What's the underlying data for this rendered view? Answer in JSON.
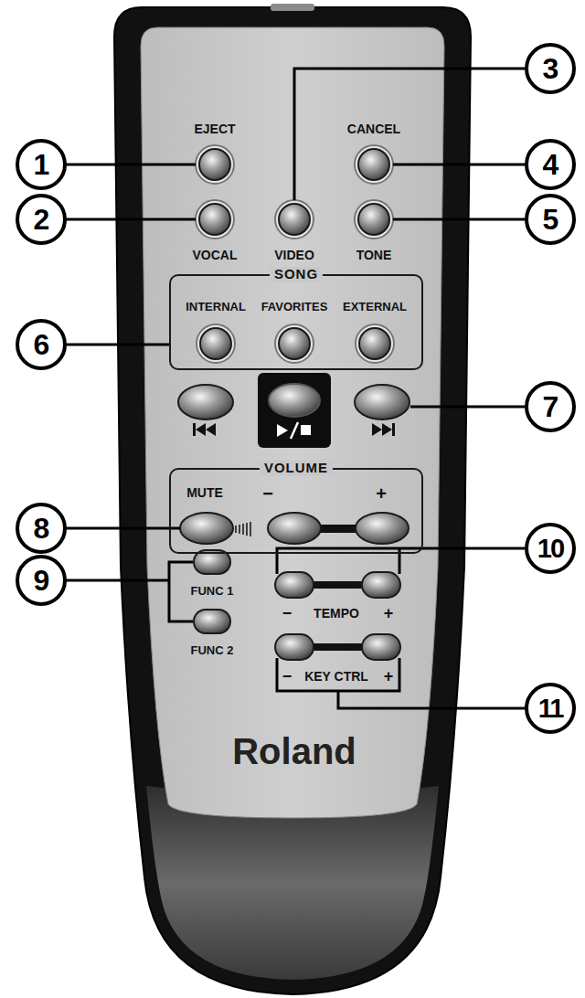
{
  "diagram": {
    "nodes": [
      {
        "text": [
          "3"
        ]
      },
      {
        "text": [
          "1"
        ]
      },
      {
        "text": [
          "4"
        ]
      },
      {
        "text": [
          "2"
        ]
      },
      {
        "text": [
          "5"
        ]
      },
      {
        "text": [
          "SONG",
          "INTERNAL",
          "FAVORITES",
          "EXTERNAL"
        ]
      },
      {
        "text": [
          "6"
        ]
      },
      {
        "text": [
          "7"
        ]
      },
      {
        "text": [
          "VOLUME",
          "MUTE",
          "−",
          "+"
        ]
      },
      {
        "text": [
          "8"
        ]
      },
      {
        "text": [
          "10"
        ]
      },
      {
        "text": [
          "9"
        ]
      },
      {
        "text": [
          "11"
        ]
      }
    ],
    "edges": [
      {
        "from": 6,
        "to": 5,
        "arrow": "none"
      }
    ],
    "labels": [
      "EJECT",
      "CANCEL",
      "VOCAL",
      "VIDEO",
      "TONE",
      "FUNC 1",
      "−",
      "TEMPO",
      "+",
      "FUNC 2",
      "−",
      "KEY CTRL",
      "+",
      "Roland"
    ]
  }
}
